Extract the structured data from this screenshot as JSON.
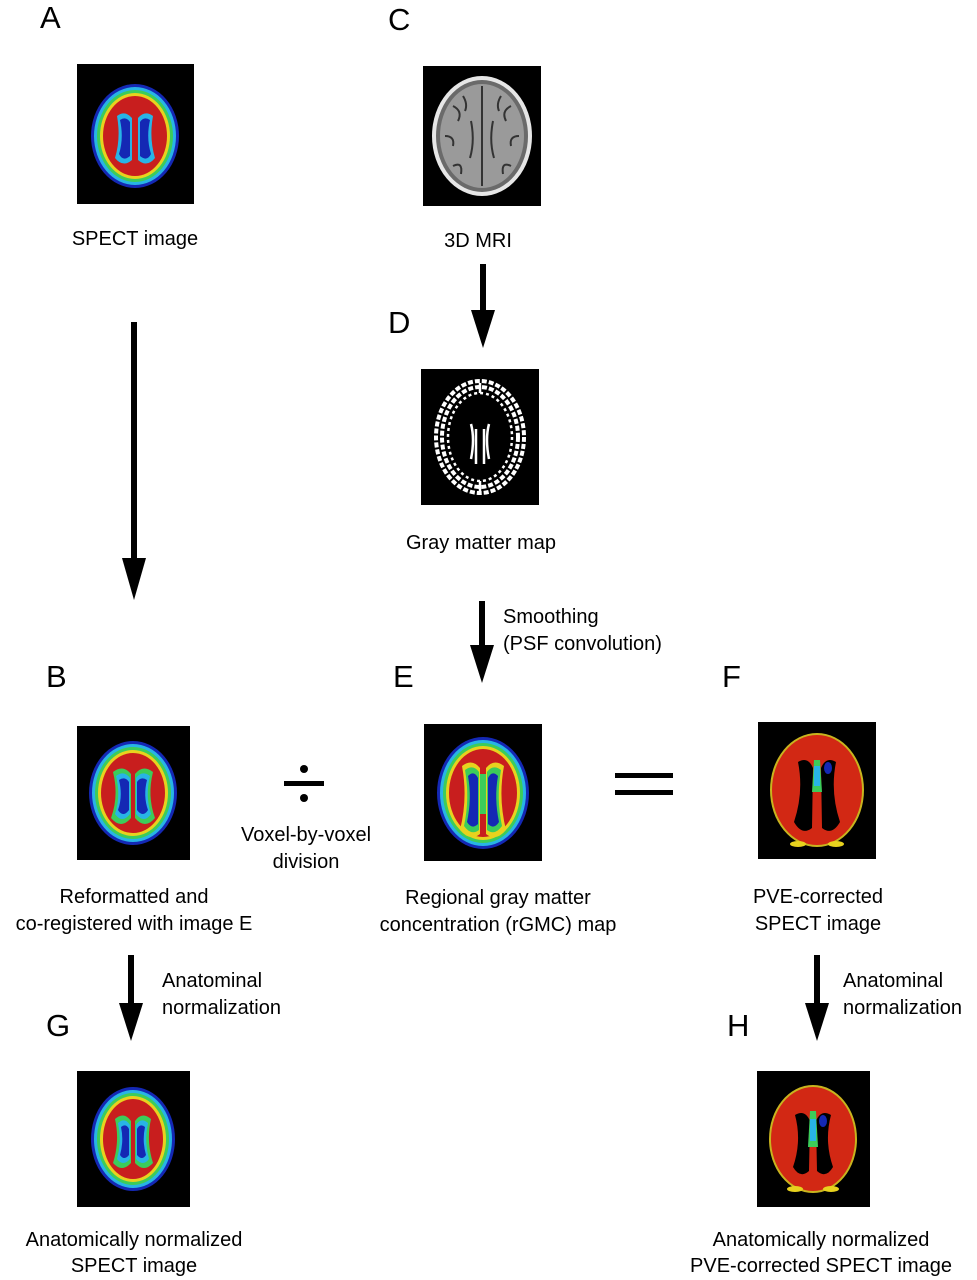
{
  "panels": {
    "A": {
      "letter": "A",
      "caption": "SPECT image",
      "image": "spect-brain-slice"
    },
    "B": {
      "letter": "B",
      "caption_line1": "Reformatted and",
      "caption_line2": "co-registered with image E",
      "image": "spect-brain-slice-reformatted"
    },
    "C": {
      "letter": "C",
      "caption": "3D MRI",
      "image": "mri-brain-slice"
    },
    "D": {
      "letter": "D",
      "caption": "Gray matter map",
      "image": "gray-matter-map"
    },
    "E": {
      "letter": "E",
      "caption_line1": "Regional gray matter",
      "caption_line2": "concentration (rGMC) map",
      "image": "rgmc-map"
    },
    "F": {
      "letter": "F",
      "caption_line1": "PVE-corrected",
      "caption_line2": "SPECT image",
      "image": "pve-corrected-spect"
    },
    "G": {
      "letter": "G",
      "caption_line1": "Anatomically normalized",
      "caption_line2": "SPECT image",
      "image": "normalized-spect"
    },
    "H": {
      "letter": "H",
      "caption_line1": "Anatomically normalized",
      "caption_line2": "PVE-corrected SPECT image",
      "image": "normalized-pve-spect"
    }
  },
  "operations": {
    "smoothing_line1": "Smoothing",
    "smoothing_line2": "(PSF convolution)",
    "division_line1": "Voxel-by-voxel",
    "division_line2": "division",
    "norm_left_line1": "Anatominal",
    "norm_left_line2": "normalization",
    "norm_right_line1": "Anatominal",
    "norm_right_line2": "normalization",
    "divide_symbol": "divide-icon",
    "equals_symbol": "equals-icon"
  },
  "colors": {
    "spect_red": "#c81e1e",
    "spect_yellow": "#e8d21e",
    "spect_green": "#3ccc5a",
    "spect_cyan": "#28b4e6",
    "spect_blue": "#1428b4",
    "background": "#000000"
  }
}
